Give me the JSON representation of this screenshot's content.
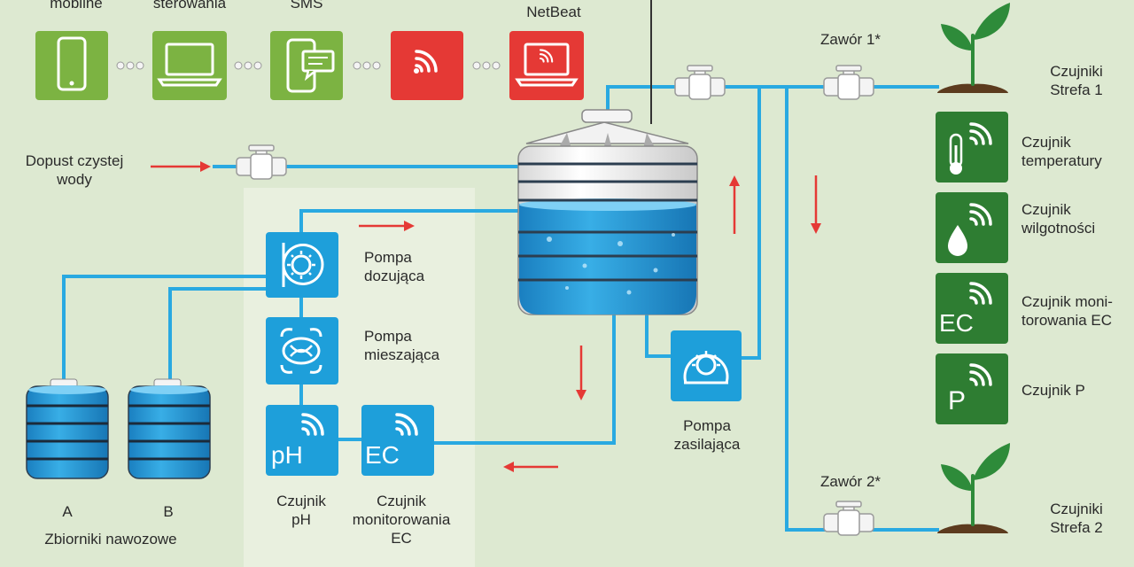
{
  "colors": {
    "background": "#dde9d1",
    "panel": "#e9f0df",
    "pipe": "#29a9e1",
    "device_blue": "#1e9fda",
    "device_green": "#7cb342",
    "device_red": "#e53935",
    "sensor_green": "#2e7d32",
    "arrow_red": "#e53935",
    "plant_green": "#2e8b3a",
    "water": "#2a9fd8"
  },
  "top_devices": {
    "items": [
      {
        "label": "mobilne",
        "icon": "smartphone-icon"
      },
      {
        "label": "sterowania",
        "icon": "laptop-icon"
      },
      {
        "label": "SMS",
        "icon": "sms-phone-icon"
      },
      {
        "label": "",
        "icon": "wireless-signal-icon"
      },
      {
        "label": "NetBeat",
        "icon": "laptop-wireless-icon"
      }
    ]
  },
  "inlet": {
    "label": "Dopust czystej\nwody"
  },
  "valves": {
    "v1": {
      "label": "Zawór 1*"
    },
    "v2": {
      "label": "Zawór 2*"
    }
  },
  "zones": {
    "z1": {
      "label": "Czujniki\nStrefa 1"
    },
    "z2": {
      "label": "Czujniki\nStrefa 2"
    }
  },
  "sensors": [
    {
      "label": "Czujnik\ntemperatury",
      "icon": "thermometer-icon"
    },
    {
      "label": "Czujnik\nwilgotności",
      "icon": "water-drop-icon"
    },
    {
      "label": "Czujnik moni-\ntorowania EC",
      "icon": "ec-sensor-icon",
      "glyph": "EC"
    },
    {
      "label": "Czujnik P",
      "icon": "p-sensor-icon",
      "glyph": "P"
    }
  ],
  "panel_modules": {
    "dosing_pump": {
      "label": "Pompa\ndozująca"
    },
    "mixing_pump": {
      "label": "Pompa\nmieszająca"
    },
    "ph_sensor": {
      "label": "Czujnik\npH",
      "glyph": "pH"
    },
    "ec_sensor": {
      "label": "Czujnik\nmonitorowania\nEC",
      "glyph": "EC"
    }
  },
  "feed_pump": {
    "label": "Pompa\nzasilająca"
  },
  "tanks": {
    "a": {
      "label": "A"
    },
    "b": {
      "label": "B"
    },
    "caption": "Zbiorniki nawozowe"
  }
}
